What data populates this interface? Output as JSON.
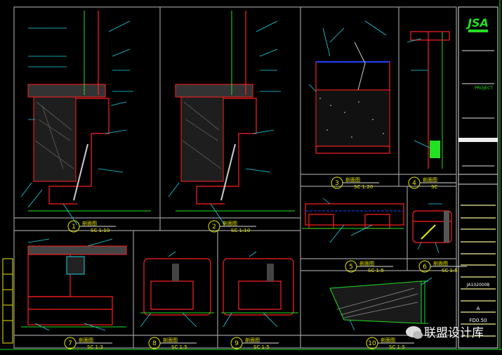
{
  "sections": [
    {
      "num": "1",
      "title": "剖面图",
      "scale": "SC  1:10"
    },
    {
      "num": "2",
      "title": "剖面图",
      "scale": "SC  1:10"
    },
    {
      "num": "3",
      "title": "剖面图",
      "scale": "SC  1:20"
    },
    {
      "num": "4",
      "title": "剖面图",
      "scale": "SC"
    },
    {
      "num": "5",
      "title": "剖面图",
      "scale": "SC  1:5"
    },
    {
      "num": "6",
      "title": "剖面图",
      "scale": "SC  1:5"
    },
    {
      "num": "7",
      "title": "剖面图",
      "scale": "SC  1:3"
    },
    {
      "num": "8",
      "title": "剖面图",
      "scale": "SC  1:5"
    },
    {
      "num": "9",
      "title": "剖面图",
      "scale": "SC  1:5"
    },
    {
      "num": "10",
      "title": "剖面图",
      "scale": "SC  1:5"
    }
  ],
  "title_block": {
    "logo": "JSA",
    "project_label": "PROJECT",
    "drawing_no": "JA1020008",
    "revision": "A",
    "scale": "FD0.50"
  },
  "watermark": "联盟设计库",
  "colors": {
    "frame": "#9a9a9a",
    "detail": "#ff2020",
    "leader": "#19d3e6",
    "text": "#e8e800",
    "border": "#22e022"
  }
}
